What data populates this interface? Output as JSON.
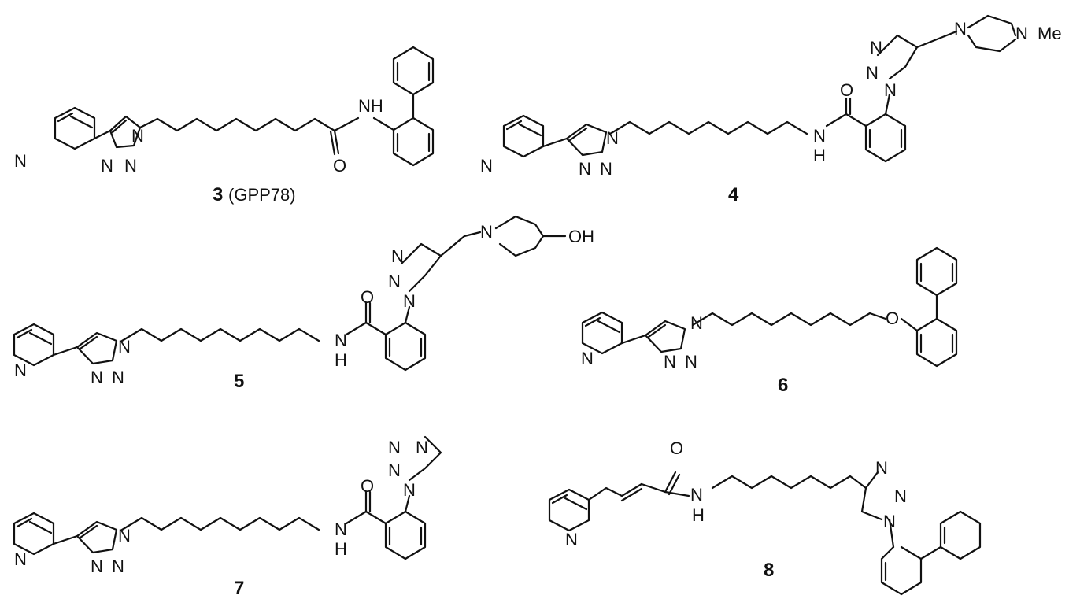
{
  "figure": {
    "compounds": [
      {
        "number": "3",
        "note": "(GPP78)"
      },
      {
        "number": "4",
        "note": ""
      },
      {
        "number": "5",
        "note": ""
      },
      {
        "number": "6",
        "note": ""
      },
      {
        "number": "7",
        "note": ""
      },
      {
        "number": "8",
        "note": ""
      }
    ],
    "atoms": {
      "pyridine_n": "N",
      "triazole_n": "N",
      "nh": "NH",
      "h": "H",
      "n": "N",
      "o": "O",
      "me": "Me",
      "oh": "OH"
    },
    "colors": {
      "ink": "#111111",
      "background": "#ffffff"
    }
  }
}
